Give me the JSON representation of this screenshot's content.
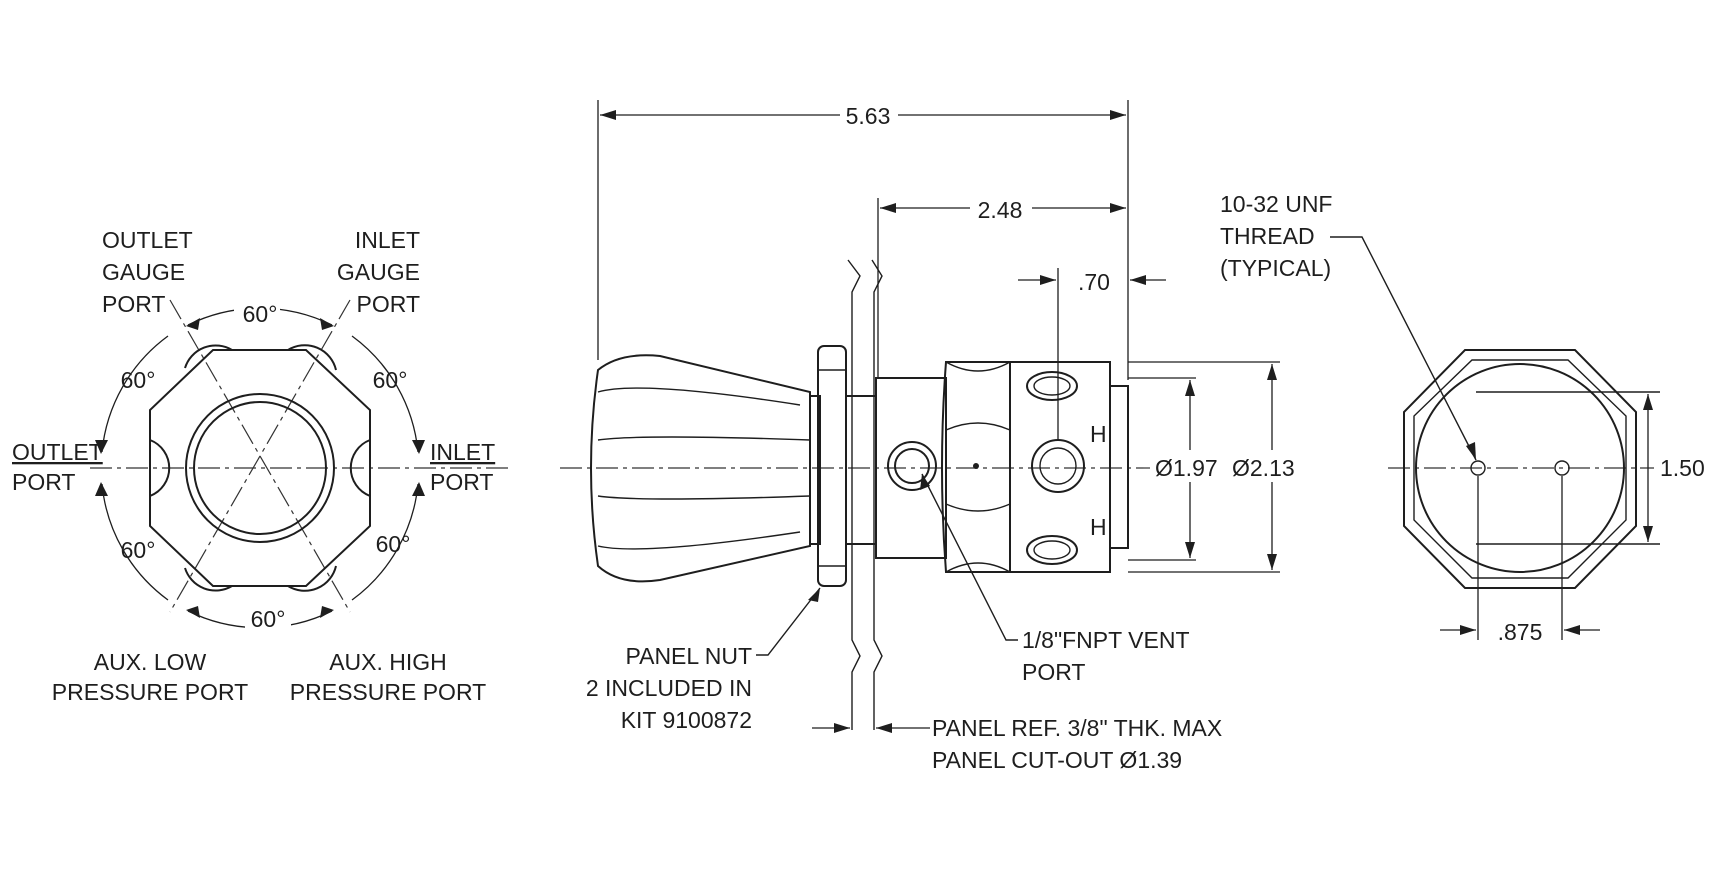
{
  "front_view": {
    "outlet_gauge_port": [
      "OUTLET",
      "GAUGE",
      "PORT"
    ],
    "inlet_gauge_port": [
      "INLET",
      "GAUGE",
      "PORT"
    ],
    "outlet_port": [
      "OUTLET",
      "PORT"
    ],
    "inlet_port": [
      "INLET",
      "PORT"
    ],
    "aux_low": [
      "AUX. LOW",
      "PRESSURE PORT"
    ],
    "aux_high": [
      "AUX. HIGH",
      "PRESSURE PORT"
    ],
    "angle_top": "60°",
    "angle_upper_left": "60°",
    "angle_upper_right": "60°",
    "angle_lower_left": "60°",
    "angle_lower_right": "60°",
    "angle_bottom": "60°"
  },
  "side_view": {
    "overall_length": "5.63",
    "body_length": "2.48",
    "knob_offset": ".70",
    "dia_inner": "Ø1.97",
    "dia_outer": "Ø2.13",
    "panel_nut": [
      "PANEL NUT",
      "2 INCLUDED IN",
      "KIT 9100872"
    ],
    "vent_port": [
      "1/8\"FNPT VENT",
      "PORT"
    ],
    "panel_ref": [
      "PANEL REF. 3/8\" THK. MAX",
      "PANEL CUT-OUT  Ø1.39"
    ]
  },
  "rear_view": {
    "thread_note": [
      "10-32 UNF",
      "THREAD",
      "(TYPICAL)"
    ],
    "hole_spacing": ".875",
    "height": "1.50"
  }
}
